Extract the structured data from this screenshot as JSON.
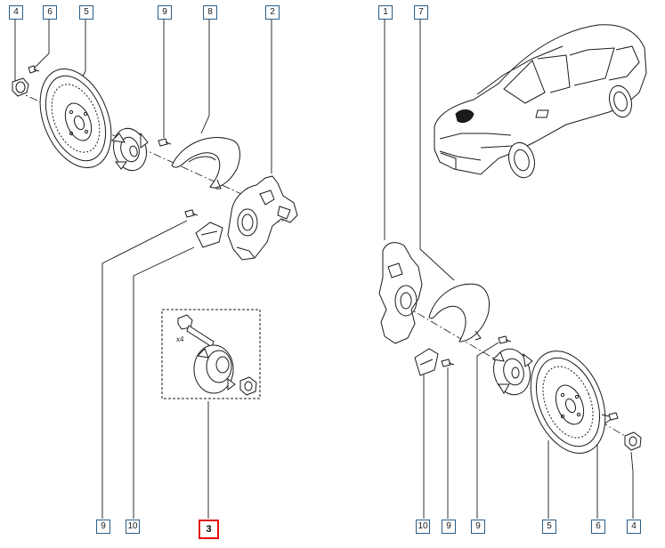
{
  "diagram": {
    "callouts_top_left": [
      "4",
      "6",
      "5",
      "9",
      "8",
      "2"
    ],
    "callouts_top_right": [
      "1",
      "7"
    ],
    "callouts_bottom_left": [
      "9",
      "10"
    ],
    "highlighted_callout": "3",
    "callouts_bottom_right": [
      "10",
      "9",
      "9",
      "5",
      "6",
      "4"
    ],
    "assembly_quantity": "x4",
    "highlight_color": "#e01010",
    "callout_border_color": "#2b5d86"
  }
}
